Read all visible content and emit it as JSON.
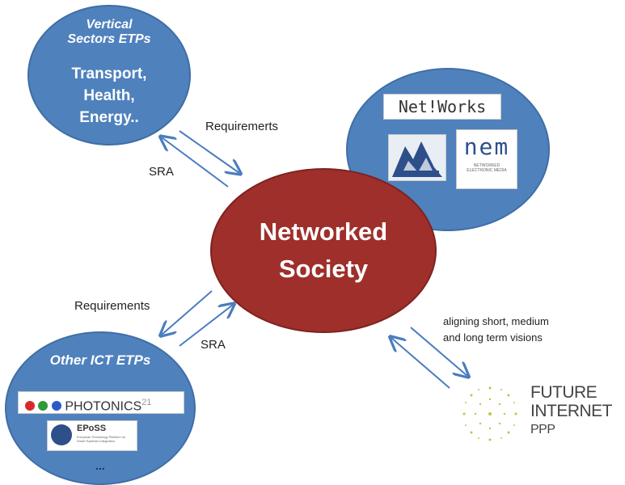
{
  "vertical": {
    "title_line1": "Vertical",
    "title_line2": "Sectors ETPs",
    "line1": "Transport,",
    "line2": "Health,",
    "line3": "Energy.."
  },
  "center": {
    "line1": "Networked",
    "line2": "Society"
  },
  "partners": {
    "networks_logo": "Net!Works",
    "nem_logo": "nem",
    "nem_sub": "NETWORKED ELECTRONIC MEDIA"
  },
  "other_ict": {
    "title": "Other ICT ETPs",
    "photonics": "PHOTONICS",
    "photonics_sup": "21",
    "eposs": "EPoSS",
    "eposs_sub": "European Technology Platform on Smart Systems Integration",
    "ellipsis": "..."
  },
  "labels": {
    "requirements_top": "Requiremerts",
    "sra_top": "SRA",
    "requirements_bottom": "Requirements",
    "sra_bottom": "SRA",
    "aligning_line1": "aligning short, medium",
    "aligning_line2": "and long term visions"
  },
  "future": {
    "line1": "FUTURE",
    "line2": "INTERNET",
    "line3": "PPP"
  },
  "colors": {
    "blue_ellipse": "#4f81bd",
    "center_ellipse": "#9e2f2b",
    "arrow": "#4a7dbf"
  }
}
